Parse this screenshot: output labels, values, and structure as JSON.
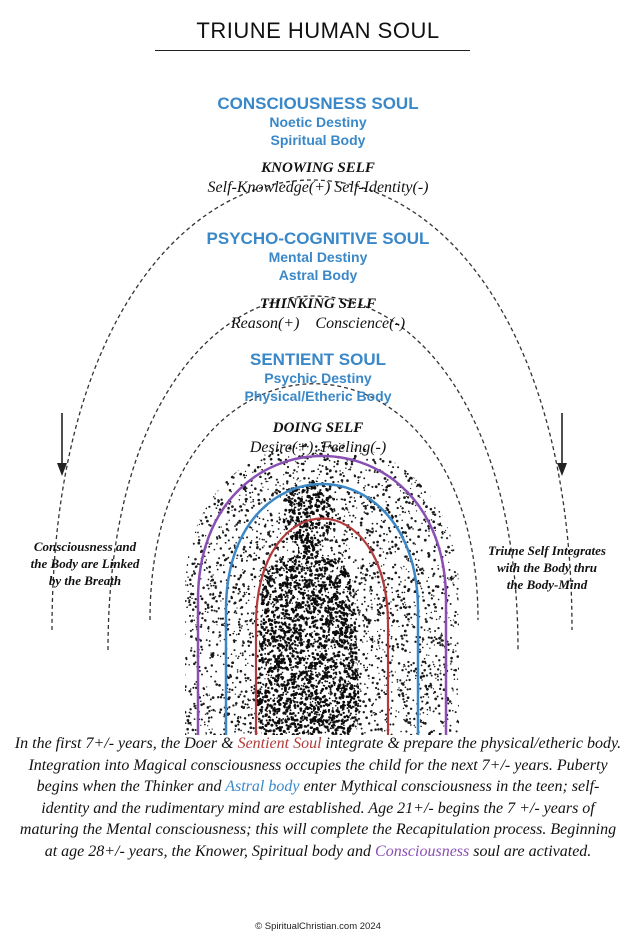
{
  "title": "TRIUNE HUMAN SOUL",
  "souls": [
    {
      "name": "CONSCIOUSNESS SOUL",
      "destiny": "Noetic Destiny",
      "body": "Spiritual Body",
      "self": "KNOWING SELF",
      "pair": "Self-Knowledge(+) Self-Identity(-)"
    },
    {
      "name": "PSYCHO-COGNITIVE SOUL",
      "destiny": "Mental Destiny",
      "body": "Astral Body",
      "self": "THINKING SELF",
      "pair": "Reason(+)    Conscience(-)"
    },
    {
      "name": "SENTIENT SOUL",
      "destiny": "Psychic Destiny",
      "body": "Physical/Etheric Body",
      "self": "DOING SELF",
      "pair": "Desire(+)  Feeling(-)"
    }
  ],
  "left_note": [
    "Consciousness and",
    "the Body are Linked",
    "by the Breath"
  ],
  "right_note": [
    "Triune Self Integrates",
    "with the Body thru",
    "the Body-Mind"
  ],
  "caption": {
    "p1": "In the first 7+/- years, the Doer & ",
    "h1": "Sentient Soul",
    "p2": " integrate & prepare the physical/etheric body. Integration into Magical consciousness occupies the child for the next 7+/- years. Puberty begins when the Thinker and ",
    "h2": "Astral body",
    "p3": " enter Mythical consciousness in the teen; self-identity and the rudimentary mind are established. Age 21+/- begins the 7 +/- years of maturing the Mental consciousness; this will complete the Recapitulation process. Beginning at age 28+/- years, the Knower, Spiritual body and ",
    "h3": "Consciousness",
    "p4": " soul are activated."
  },
  "copyright": "© SpiritualChristian.com 2024",
  "colors": {
    "blue": "#3a88c8",
    "red": "#b33a3a",
    "purple": "#8a4fb3",
    "ink": "#111111"
  }
}
